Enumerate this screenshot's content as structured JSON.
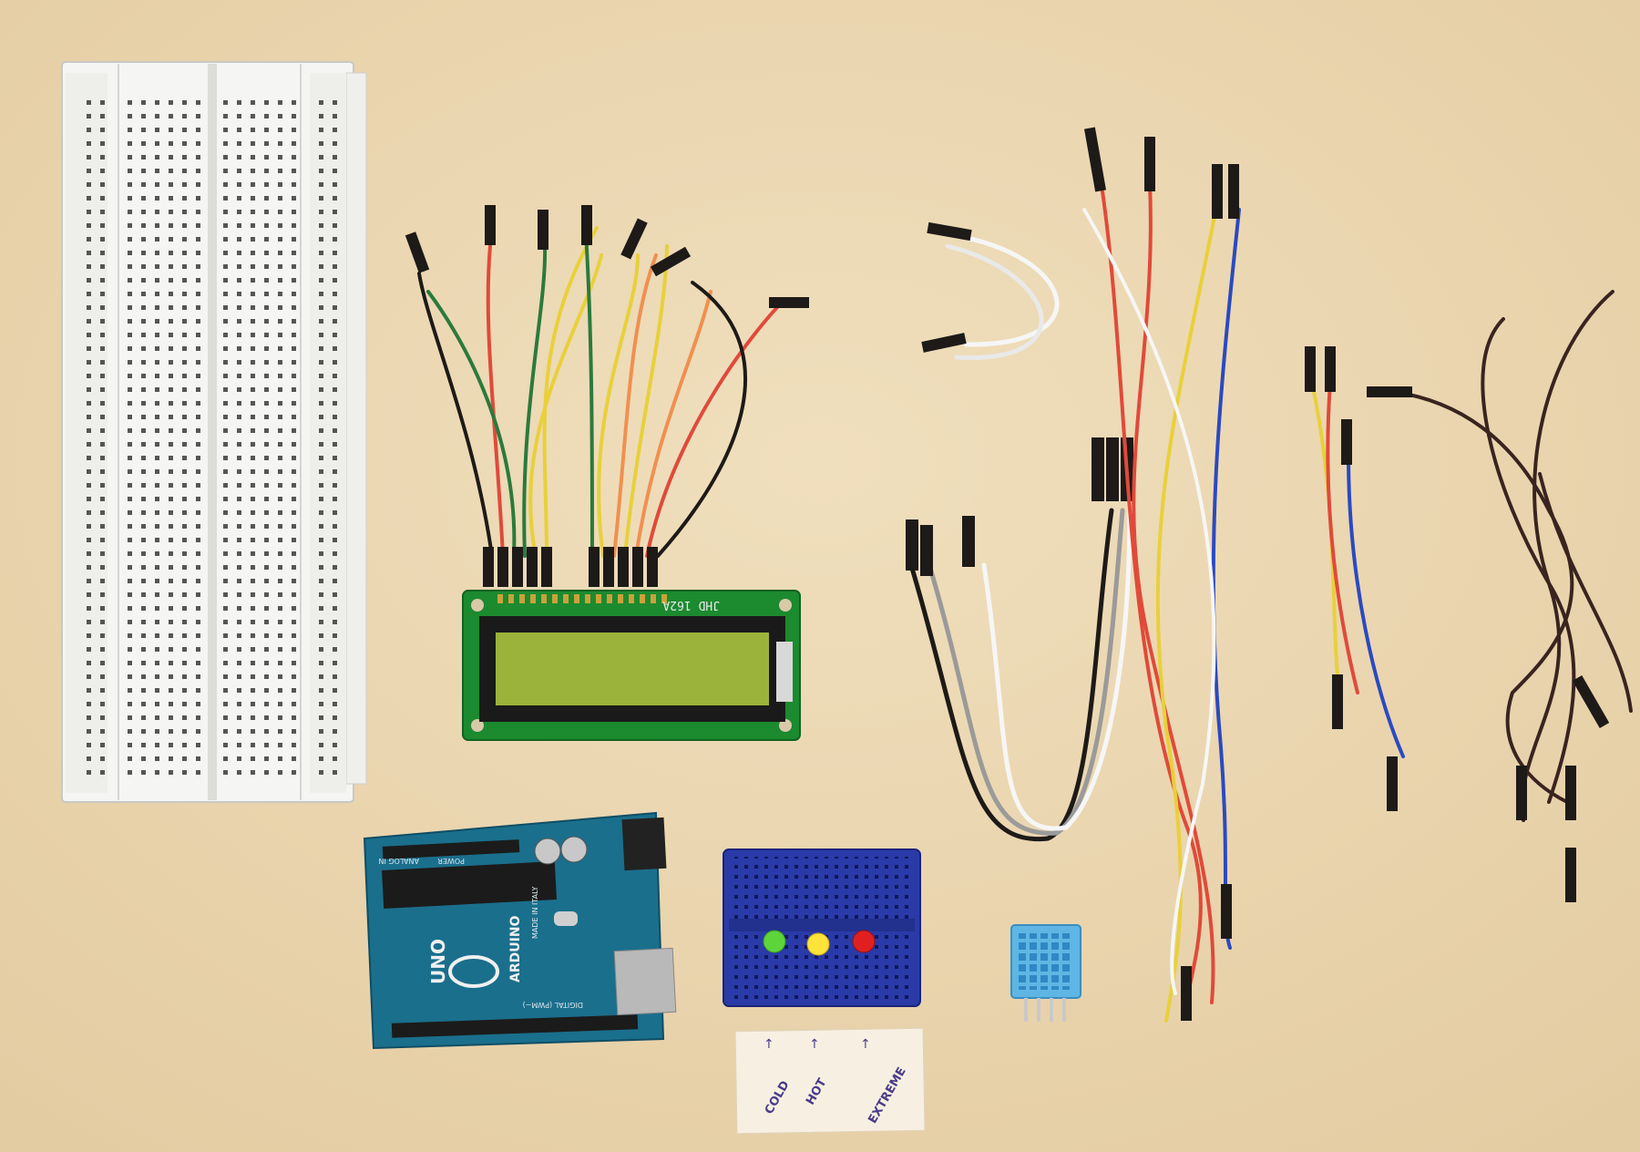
{
  "palette": {
    "table": "#ecd9b6",
    "breadboard": "#f4f4f2",
    "lcd_pcb": "#1c8a2e",
    "lcd_screen": "#9bb33a",
    "arduino_pcb": "#1a6f8c",
    "mini_breadboard": "#2a3aa8",
    "sensor": "#5fb6e4",
    "wire_black": "#1d1a18",
    "wire_red": "#e04a3a",
    "wire_green": "#2b7a3c",
    "wire_yellow": "#e8d03a",
    "wire_orange": "#f09050",
    "wire_white": "#f6f6f6",
    "wire_blue": "#2b4ac0",
    "wire_gray": "#9a9a9a",
    "wire_brown": "#3a2420",
    "led_green": "#5cd43a",
    "led_yellow": "#ffe23a",
    "led_red": "#e02020"
  },
  "lcd": {
    "model_text": "JHD 162A"
  },
  "arduino": {
    "brand_text": "ARDUINO",
    "model_text": "UNO",
    "made_text": "MADE IN ITALY",
    "digital_text": "DIGITAL (PWM~)",
    "power_text": "POWER",
    "analog_text": "ANALOG IN"
  },
  "note": {
    "labels": [
      "COLD",
      "HOT",
      "EXTREME"
    ]
  }
}
